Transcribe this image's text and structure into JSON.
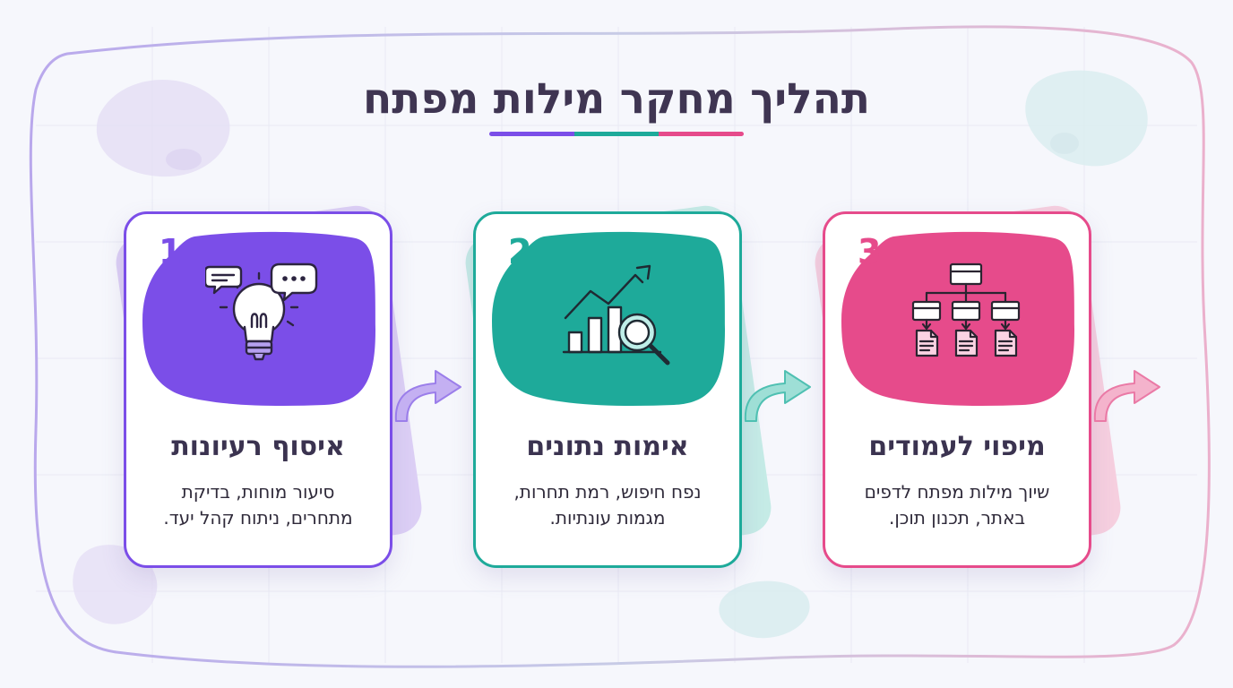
{
  "title": "תהליך מחקר מילות מפתח",
  "colors": {
    "purple": "#7b4ee8",
    "teal": "#1eaa9a",
    "pink": "#e64b8b",
    "text_dark": "#3f3552"
  },
  "steps": [
    {
      "number": "1",
      "title": "איסוף רעיונות",
      "description": "סיעור מוחות, בדיקת מתחרים, ניתוח קהל יעד.",
      "icon": "lightbulb-speech-bubbles-icon",
      "color": "#7b4ee8"
    },
    {
      "number": "2",
      "title": "אימות נתונים",
      "description": "נפח חיפוש, רמת תחרות, מגמות עונתיות.",
      "icon": "growth-chart-magnifier-icon",
      "color": "#1eaa9a"
    },
    {
      "number": "3",
      "title": "מיפוי לעמודים",
      "description": "שיוך מילות מפתח לדפים באתר, תכנון תוכן.",
      "icon": "sitemap-pages-icon",
      "color": "#e64b8b"
    }
  ]
}
